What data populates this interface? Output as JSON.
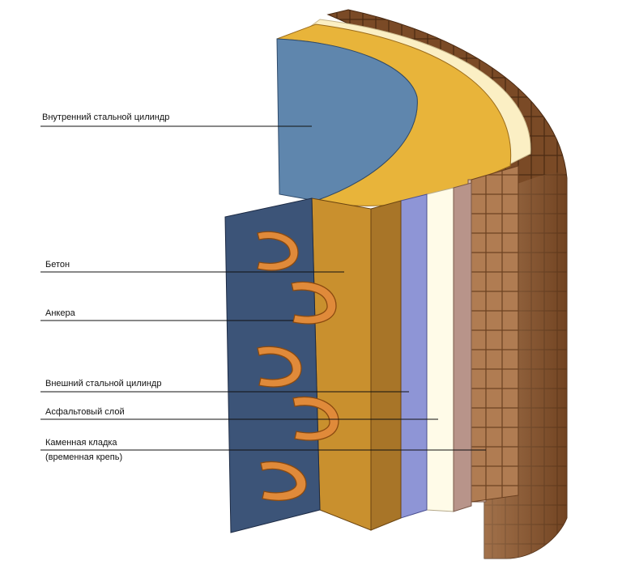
{
  "labels": {
    "inner_cylinder": "Внутренний стальной цилиндр",
    "concrete": "Бетон",
    "anchors": "Анкера",
    "outer_cylinder": "Внешний стальной цилиндр",
    "asphalt": "Асфальтовый слой",
    "masonry_line1": "Каменная кладка",
    "masonry_line2": "(временная крепь)"
  },
  "colors": {
    "inner_steel": "#5f86ad",
    "inner_steel_front": "#3c5478",
    "concrete_top": "#e8b43a",
    "concrete_front": "#c9902e",
    "concrete_side": "#a87528",
    "outer_steel": "#8e95d6",
    "asphalt": "#fffbe8",
    "masonry": "#a8744a",
    "masonry_dark": "#6e4322",
    "anchor": "#e08a3a"
  }
}
